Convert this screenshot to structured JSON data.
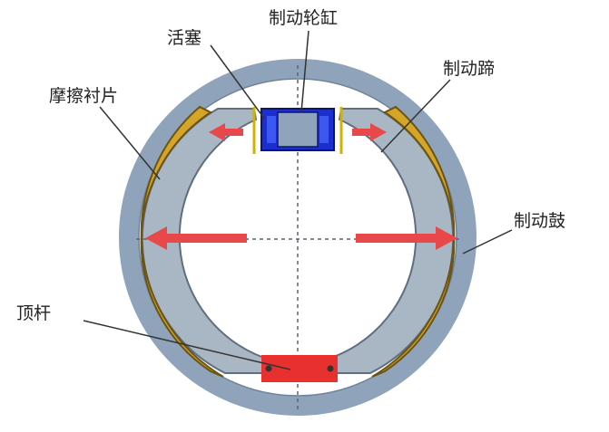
{
  "diagram": {
    "labels": {
      "wheel_cylinder": "制动轮缸",
      "piston": "活塞",
      "brake_shoe": "制动蹄",
      "friction_lining": "摩擦衬片",
      "brake_drum": "制动鼓",
      "push_rod": "顶杆"
    },
    "colors": {
      "drum": "#8fa3ba",
      "shoe": "#a9b6c4",
      "lining": "#d4a526",
      "cylinder": "#1b2fd1",
      "push_rod": "#e8312f",
      "arrow": "#e8484a",
      "centerline": "#5a6472"
    }
  }
}
